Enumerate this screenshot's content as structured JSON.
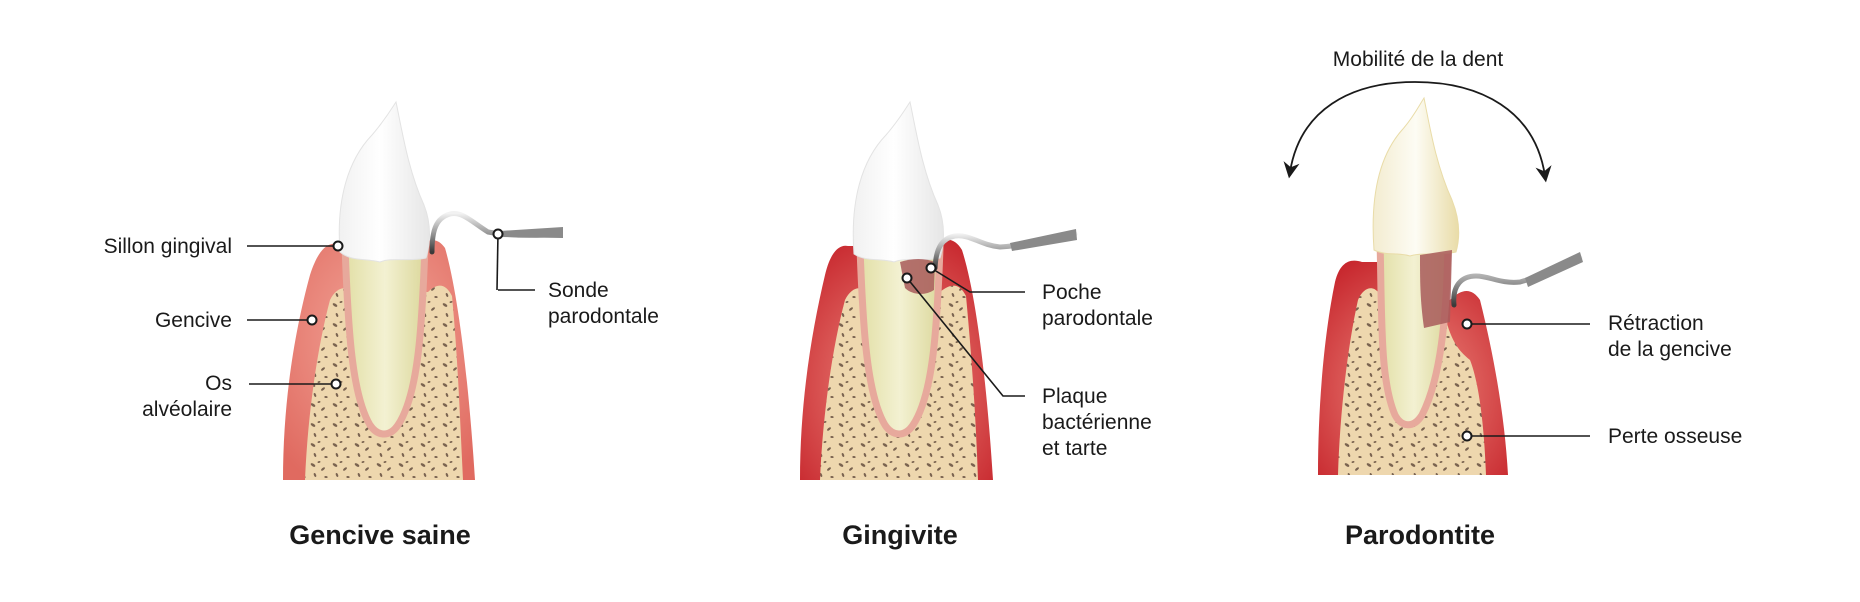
{
  "panels": [
    {
      "title": "Gencive saine",
      "labels": {
        "sulcus": "Sillon gingival",
        "gum": "Gencive",
        "bone_l1": "Os",
        "bone_l2": "alvéolaire",
        "probe_l1": "Sonde",
        "probe_l2": "parodontale"
      }
    },
    {
      "title": "Gingivite",
      "labels": {
        "pocket_l1": "Poche",
        "pocket_l2": "parodontale",
        "plaque_l1": "Plaque",
        "plaque_l2": "bactérienne",
        "plaque_l3": "et tarte"
      }
    },
    {
      "title": "Parodontite",
      "labels": {
        "mobility": "Mobilité de la dent",
        "recession_l1": "Rétraction",
        "recession_l2": "de la gencive",
        "bone_loss": "Perte osseuse"
      }
    }
  ],
  "colors": {
    "healthy_gum": "#e8867c",
    "inflamed_gum": "#cc2a2f",
    "bone": "#eed7ae",
    "bone_pores": "#7a6350",
    "enamel": "#ffffff",
    "root": "#ebe9bd",
    "plaque": "#a85a5a",
    "probe": "#8c8c8c"
  }
}
